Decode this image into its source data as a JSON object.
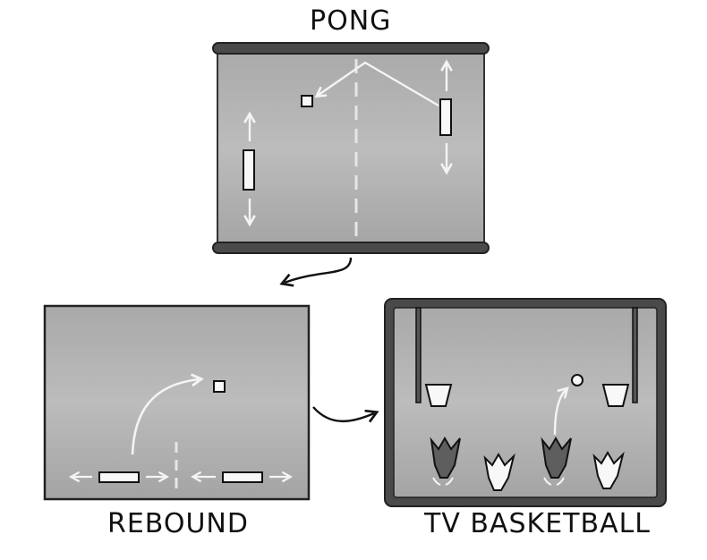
{
  "panels": {
    "pong": {
      "title": "PONG"
    },
    "rebound": {
      "title": "REBOUND"
    },
    "basketball": {
      "title": "TV BASKETBALL"
    }
  },
  "colors": {
    "screen_fill": "#b6b6b6",
    "frame": "#4a4a4a",
    "outline": "#222222",
    "chalk": "#f4f4f4",
    "dark_player": "#5e5e5e"
  },
  "icons": {
    "pong_paddle": "vertical-bar",
    "rebound_paddle": "horizontal-bar",
    "ball": "small-square",
    "player": "claw-shape"
  }
}
